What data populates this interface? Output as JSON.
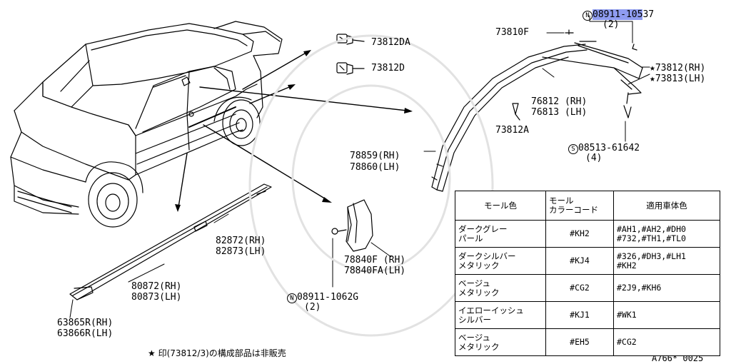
{
  "parts": {
    "p73812DA": "73812DA",
    "p73812D": "73812D",
    "p73810F": "73810F",
    "ref1_symbol": "N",
    "ref1_part_a": "08911-105",
    "ref1_part_b": "37",
    "ref1_qty": "(2)",
    "p73812_rh": "★73812(RH)",
    "p73813_lh": "★73813(LH)",
    "p76812_rh": "76812 (RH)",
    "p76813_lh": "76813 (LH)",
    "p73812A": "73812A",
    "ref2_symbol": "S",
    "ref2_part": "08513-61642",
    "ref2_qty": "(4)",
    "p78859_rh": "78859(RH)",
    "p78860_lh": "78860(LH)",
    "p82872_rh": "82872(RH)",
    "p82873_lh": "82873(LH)",
    "p78840F_rh": "78840F (RH)",
    "p78840FA_lh": "78840FA(LH)",
    "p80872_rh": "80872(RH)",
    "p80873_lh": "80873(LH)",
    "ref3_symbol": "N",
    "ref3_part": "08911-1062G",
    "ref3_qty": "(2)",
    "p63865R_rh": "63865R(RH)",
    "p63866R_lh": "63866R(LH)"
  },
  "footnote": "★ 印(73812/3)の構成部品は非販売",
  "figure_id": "A766* 0025",
  "table": {
    "headers": [
      "モール色",
      "モール\nカラーコード",
      "適用車体色"
    ],
    "rows": [
      [
        "ダークグレー\nパール",
        "#KH2",
        "#AH1,#AH2,#DH0\n#732,#TH1,#TL0"
      ],
      [
        "ダークシルバー\nメタリック",
        "#KJ4",
        "#326,#DH3,#LH1\n#KH2"
      ],
      [
        "ベージュ\nメタリック",
        "#CG2",
        "#2J9,#KH6"
      ],
      [
        "イエローイッシュ\nシルバー",
        "#KJ1",
        "#WK1"
      ],
      [
        "ベージュ\nメタリック",
        "#EH5",
        "#CG2"
      ]
    ]
  },
  "colors": {
    "line": "#000000",
    "highlight": "#8f9cf0",
    "background": "#ffffff"
  }
}
